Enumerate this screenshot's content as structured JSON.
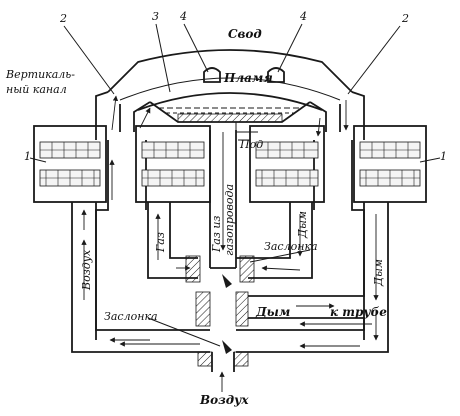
{
  "labels": {
    "svod": "Свод",
    "plamya": "Пламя",
    "pod": "Под",
    "vertical_line1": "Вертикаль-",
    "vertical_line2": "ный канал",
    "gas_line1": "Газ из",
    "gas_line2": "газопровода",
    "gaz": "Газ",
    "dym_right": "Дым",
    "dym_far_right": "Дым",
    "zaslonka_right": "Заслонка",
    "zaslonka_left": "Заслонка",
    "dym_outlet": "Дым",
    "k_trube": "к трубе",
    "vozduh_left": "Воздух",
    "vozduh_bottom": "Воздух"
  },
  "callouts": {
    "n2_left": "2",
    "n3": "3",
    "n4_left": "4",
    "n4_right": "4",
    "n2_right": "2",
    "n1_left": "1",
    "n1_right": "1"
  }
}
